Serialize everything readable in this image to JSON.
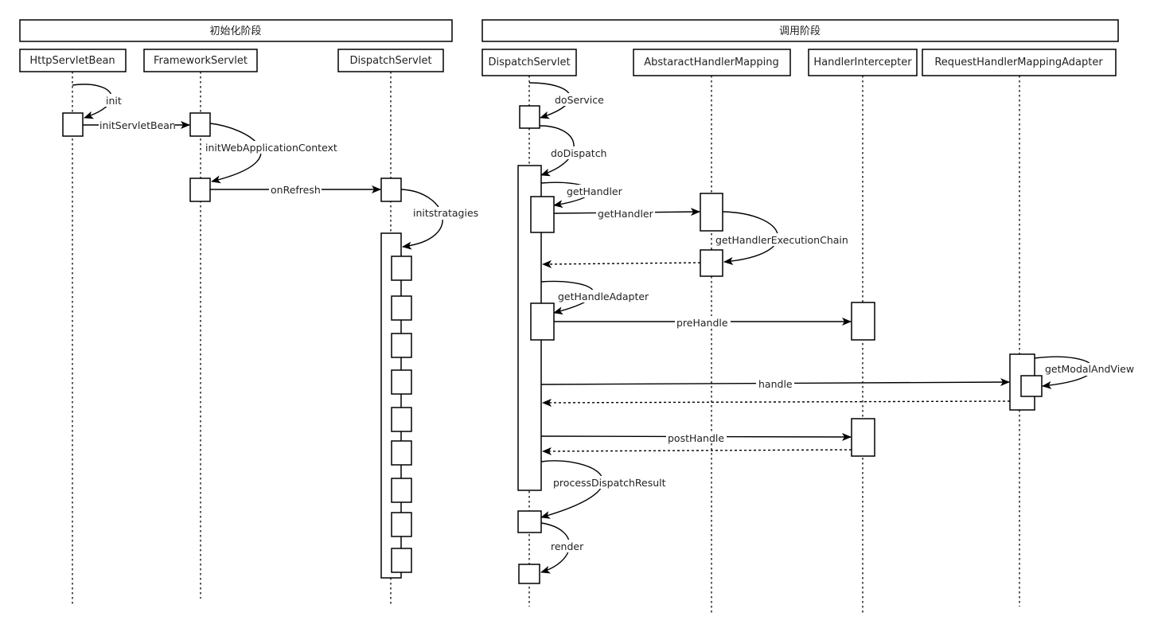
{
  "phases": {
    "init": "初始化阶段",
    "call": "调用阶段"
  },
  "participants": {
    "httpServletBean": "HttpServletBean",
    "frameworkServlet": "FrameworkServlet",
    "dispatchServletInit": "DispatchServlet",
    "dispatchServletCall": "DispatchServlet",
    "abstractHandlerMapping": "AbstaractHandlerMapping",
    "handlerIntercepter": "HandlerIntercepter",
    "requestHandlerMappingAdapter": "RequestHandlerMappingAdapter"
  },
  "messages": {
    "init": "init",
    "initServletBean": "initServletBean",
    "initWebApplicationContext": "initWebApplicationContext",
    "onRefresh": "onRefresh",
    "initstratagies": "initstratagies",
    "doService": "doService",
    "doDispatch": "doDispatch",
    "getHandlerSelf": "getHandler",
    "getHandler": "getHandler",
    "getHandlerExecutionChain": "getHandlerExecutionChain",
    "getHandleAdapter": "getHandleAdapter",
    "preHandle": "preHandle",
    "handle": "handle",
    "getModalAndView": "getModalAndView",
    "postHandle": "postHandle",
    "processDispatchResult": "processDispatchResult",
    "render": "render"
  }
}
